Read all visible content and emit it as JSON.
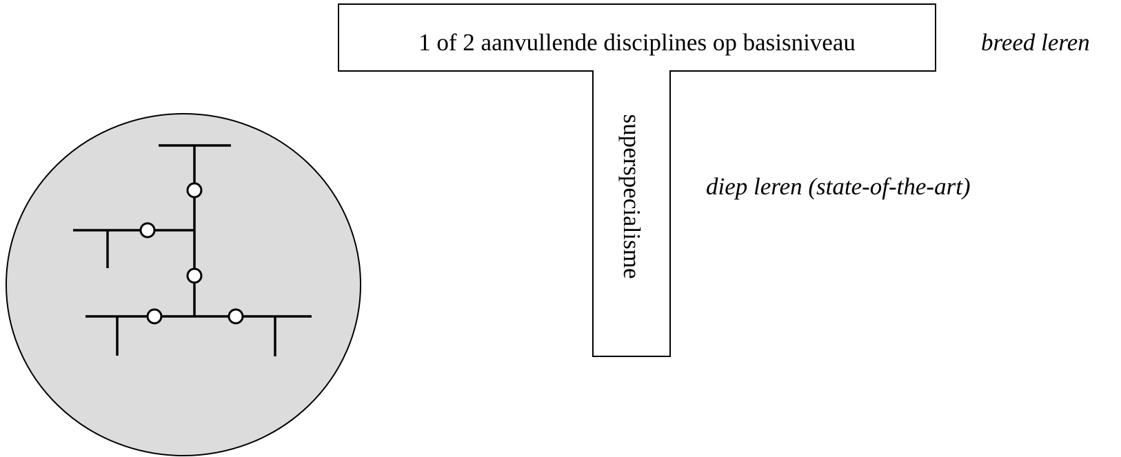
{
  "t_shape": {
    "horizontal_label": "1 of 2 aanvullende disciplines op basisniveau",
    "vertical_label": "superspecialisme"
  },
  "annotations": {
    "breadth": "breed leren",
    "depth": "diep leren (state-of-the-art)"
  },
  "colors": {
    "circle_fill": "#dcdcdc",
    "stroke": "#000000",
    "background": "#ffffff"
  }
}
